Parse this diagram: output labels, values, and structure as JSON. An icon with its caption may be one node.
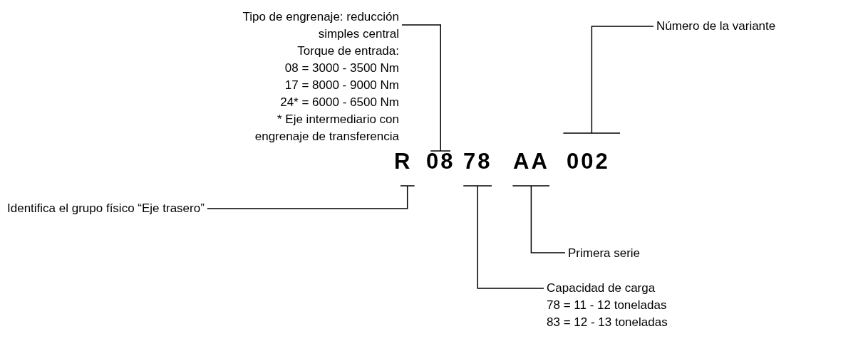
{
  "diagram": {
    "nodes": [
      {
        "text": [
          "Tipo de engrenaje: reducción simples central",
          "Torque de entrada:",
          "08 = 3000 - 3500 Nm",
          "17 = 8000 - 9000 Nm",
          "24* = 6000 - 6500 Nm",
          "* Eje intermediario con engrenaje de transferencia"
        ]
      },
      {
        "text": [
          "Número de la variante"
        ]
      },
      {
        "text": [
          "Identifica el grupo físico “Eje trasero”"
        ]
      },
      {
        "text": [
          "R"
        ]
      },
      {
        "text": [
          "08"
        ]
      },
      {
        "text": [
          "78"
        ]
      },
      {
        "text": [
          "AA"
        ]
      },
      {
        "text": [
          "002"
        ]
      },
      {
        "text": [
          "Primera serie"
        ]
      },
      {
        "text": [
          "Capacidad de carga",
          "78 = 11 - 12 toneladas",
          "83 = 12 - 13 toneladas"
        ]
      }
    ],
    "edges": [
      {
        "from": 0,
        "to": 4,
        "arrow": "other"
      },
      {
        "from": 1,
        "to": 7,
        "arrow": "other"
      },
      {
        "from": 2,
        "to": 3,
        "arrow": "other"
      },
      {
        "from": 8,
        "to": 6,
        "arrow": "other"
      },
      {
        "from": 9,
        "to": 5,
        "arrow": "other"
      }
    ]
  }
}
